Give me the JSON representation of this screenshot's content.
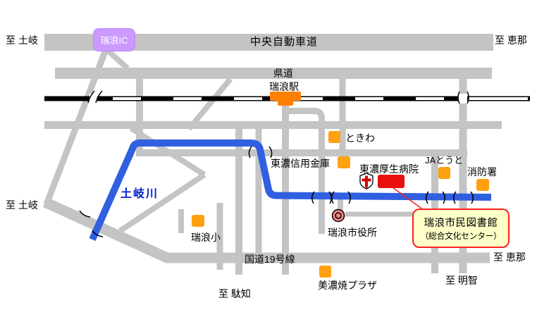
{
  "roads": {
    "expressway": "中央自動車道",
    "prefectural": "県道",
    "route19": "国道19号線"
  },
  "railway": {
    "station": "瑞浪駅"
  },
  "river": {
    "name": "土岐川"
  },
  "interchange": {
    "label": "瑞浪IC"
  },
  "destinations": [
    {
      "label": "至 土岐",
      "position": "top-left"
    },
    {
      "label": "至 恵那",
      "position": "top-right"
    },
    {
      "label": "至 土岐",
      "position": "middle-left"
    },
    {
      "label": "至 恵那",
      "position": "middle-right"
    },
    {
      "label": "至 駄知",
      "position": "bottom-center"
    },
    {
      "label": "至 明智",
      "position": "bottom-right"
    }
  ],
  "pois": [
    {
      "label": "ときわ"
    },
    {
      "label": "東濃信用金庫"
    },
    {
      "label": "東濃厚生病院"
    },
    {
      "label": "JAとうと"
    },
    {
      "label": "消防署"
    },
    {
      "label": "瑞浪小"
    },
    {
      "label": "瑞浪市役所"
    },
    {
      "label": "美濃焼プラザ"
    }
  ],
  "callout": {
    "line1": "瑞浪市民図書館",
    "line2": "（総合文化センター）"
  },
  "colors": {
    "road": "#C4C4C4",
    "river": "#3060E0",
    "railway": "#000000",
    "poi_orange": "#FFA010",
    "station_orange": "#FF8000",
    "highlight_red": "#E90F0F",
    "callout_bg": "#FFFFC8",
    "callout_border": "#FF2020",
    "ic_bg": "#CC99FF",
    "city_hall_pink": "#F28585",
    "river_label_blue": "#0022CC"
  }
}
